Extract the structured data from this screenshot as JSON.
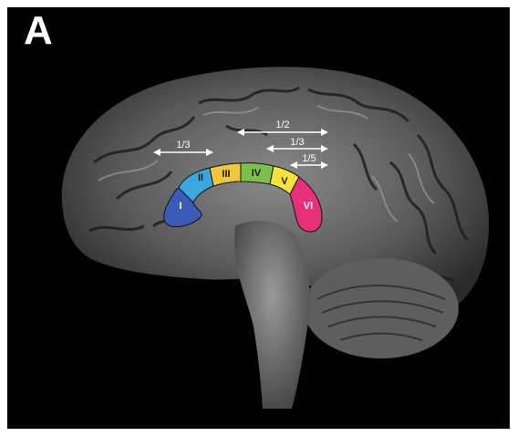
{
  "panel_label": "A",
  "regions": [
    {
      "label": "I",
      "color": "#3c5bb8"
    },
    {
      "label": "II",
      "color": "#3aa7e0"
    },
    {
      "label": "III",
      "color": "#f0c63a"
    },
    {
      "label": "IV",
      "color": "#7cc04a"
    },
    {
      "label": "V",
      "color": "#f5e23a"
    },
    {
      "label": "VI",
      "color": "#e8307a"
    }
  ],
  "fractions": [
    {
      "label": "1/3"
    },
    {
      "label": "1/2"
    },
    {
      "label": "1/3"
    },
    {
      "label": "1/5"
    }
  ]
}
